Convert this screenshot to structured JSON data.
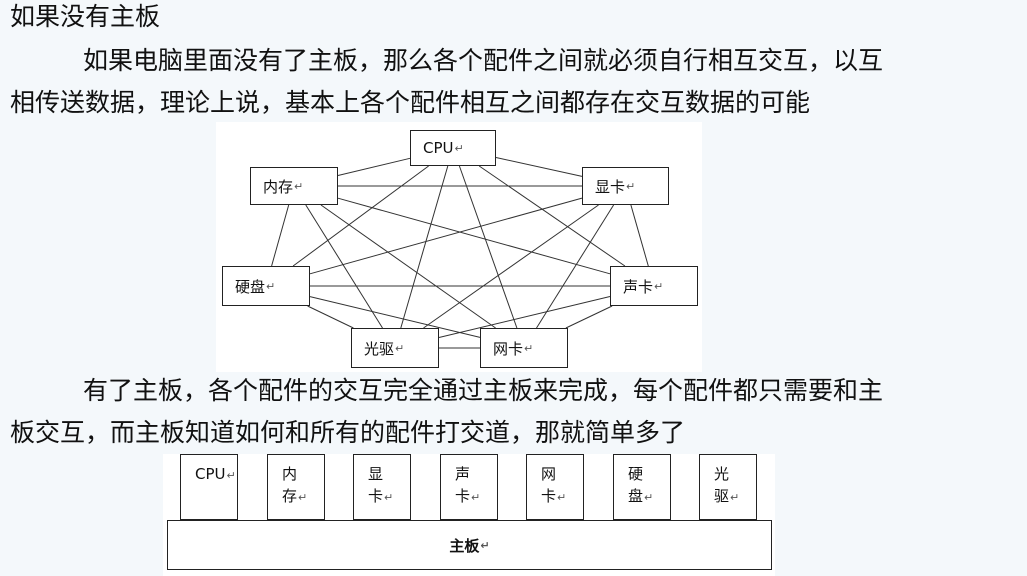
{
  "title": "如果没有主板",
  "paragraph1": {
    "line1": "如果电脑里面没有了主板，那么各个配件之间就必须自行相互交互，以互",
    "line2": "相传送数据，理论上说，基本上各个配件相互之间都存在交互数据的可能"
  },
  "paragraph2": {
    "line1": "有了主板，各个配件的交互完全通过主板来完成，每个配件都只需要和主",
    "line2": "板交互，而主板知道如何和所有的配件打交道，那就简单多了"
  },
  "return_mark": "↵",
  "mesh_diagram": {
    "nodes": [
      {
        "id": "cpu",
        "label": "CPU"
      },
      {
        "id": "memory",
        "label": "内存"
      },
      {
        "id": "gpu",
        "label": "显卡"
      },
      {
        "id": "disk",
        "label": "硬盘"
      },
      {
        "id": "sound",
        "label": "声卡"
      },
      {
        "id": "optical",
        "label": "光驱"
      },
      {
        "id": "nic",
        "label": "网卡"
      }
    ]
  },
  "board_diagram": {
    "components": [
      {
        "id": "cpu",
        "line1": "CPU",
        "line2": ""
      },
      {
        "id": "memory",
        "line1": "内",
        "line2": "存"
      },
      {
        "id": "gpu",
        "line1": "显",
        "line2": "卡"
      },
      {
        "id": "sound",
        "line1": "声",
        "line2": "卡"
      },
      {
        "id": "nic",
        "line1": "网",
        "line2": "卡"
      },
      {
        "id": "disk",
        "line1": "硬",
        "line2": "盘"
      },
      {
        "id": "optical",
        "line1": "光",
        "line2": "驱"
      }
    ],
    "board_label": "主板"
  }
}
